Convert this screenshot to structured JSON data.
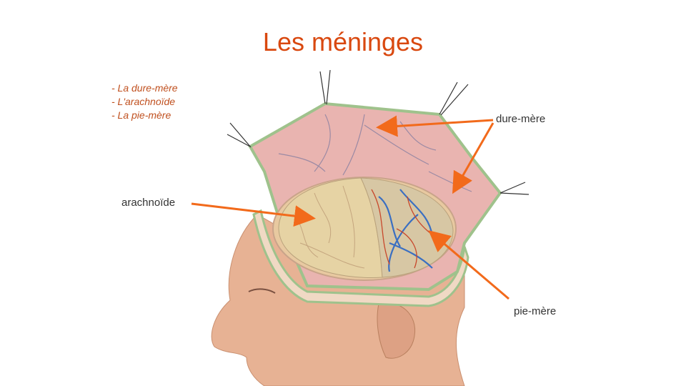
{
  "title": "Les méninges",
  "layers_list": [
    "- La dure-mère",
    "- L'arachnoïde",
    "- La pie-mère"
  ],
  "labels": {
    "dura": "dure-mère",
    "arachnoid": "arachnoïde",
    "pia": "pie-mère"
  },
  "colors": {
    "title": "#d9480f",
    "list_text": "#c0501f",
    "arrow": "#f26a1b",
    "dura_fill": "#e9b4b0",
    "dura_edge": "#9fc28c",
    "skin": "#e7b294",
    "arachnoid": "#e6d3a4",
    "pia_vessels_blue": "#3a6fc2",
    "pia_vessels_red": "#c8482c"
  }
}
